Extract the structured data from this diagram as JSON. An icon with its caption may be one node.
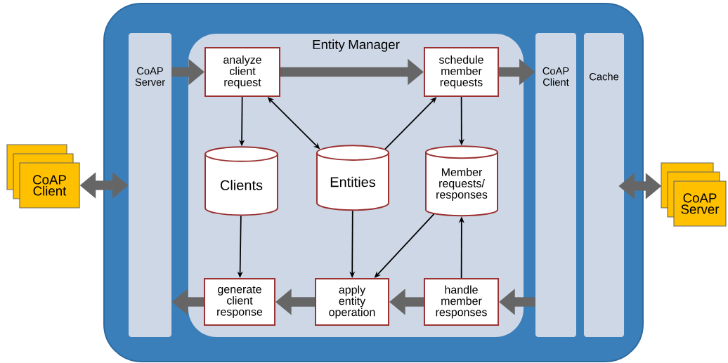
{
  "diagram": {
    "nodes": [
      {
        "text": [],
        "shape": "box"
      },
      {
        "text": [
          "CoAP Server"
        ],
        "in": 0
      },
      {
        "text": [
          "Entity Manager"
        ],
        "in": 0
      },
      {
        "text": [
          "analyze client request"
        ],
        "in": 2
      },
      {
        "text": [
          "schedule member requests"
        ],
        "in": 2
      },
      {
        "text": [
          "Clients"
        ],
        "in": 2
      },
      {
        "text": [
          "Entities"
        ],
        "in": 2
      },
      {
        "text": [
          "Member requests/ responses"
        ],
        "in": 2
      },
      {
        "text": [
          "generate client response"
        ],
        "in": 2
      },
      {
        "text": [
          "apply entity operation"
        ],
        "in": 2
      },
      {
        "text": [
          "handle member responses"
        ],
        "in": 2
      },
      {
        "text": [
          "CoAP Client"
        ],
        "in": 0
      },
      {
        "text": [
          "Cache"
        ],
        "in": 0
      },
      {
        "text": [
          "CoAP Client"
        ]
      },
      {
        "text": [
          "CoAP Server"
        ]
      }
    ],
    "edges": [
      {
        "from": 1,
        "to": 3,
        "arrow": "to"
      },
      {
        "from": 3,
        "to": 4,
        "arrow": "to"
      },
      {
        "from": 4,
        "to": 11,
        "arrow": "to"
      },
      {
        "from": 11,
        "to": 10,
        "arrow": "to"
      },
      {
        "from": 10,
        "to": 9,
        "arrow": "to"
      },
      {
        "from": 9,
        "to": 8,
        "arrow": "to"
      },
      {
        "from": 8,
        "to": 1,
        "arrow": "to"
      },
      {
        "from": 13,
        "to": 1,
        "arrow": "both"
      },
      {
        "from": 12,
        "to": 14,
        "arrow": "both"
      },
      {
        "from": 3,
        "to": 5,
        "arrow": "to",
        "color": "#000000"
      },
      {
        "from": 3,
        "to": 6,
        "arrow": "both",
        "color": "#000000"
      },
      {
        "from": 6,
        "to": 4,
        "arrow": "to",
        "color": "#000000"
      },
      {
        "from": 4,
        "to": 7,
        "arrow": "to",
        "color": "#000000"
      },
      {
        "from": 5,
        "to": 8,
        "arrow": "to",
        "color": "#000000"
      },
      {
        "from": 6,
        "to": 9,
        "arrow": "to",
        "color": "#000000"
      },
      {
        "from": 7,
        "to": 9,
        "arrow": "to",
        "color": "#000000"
      },
      {
        "from": 10,
        "to": 7,
        "arrow": "to",
        "color": "#000000"
      }
    ]
  }
}
